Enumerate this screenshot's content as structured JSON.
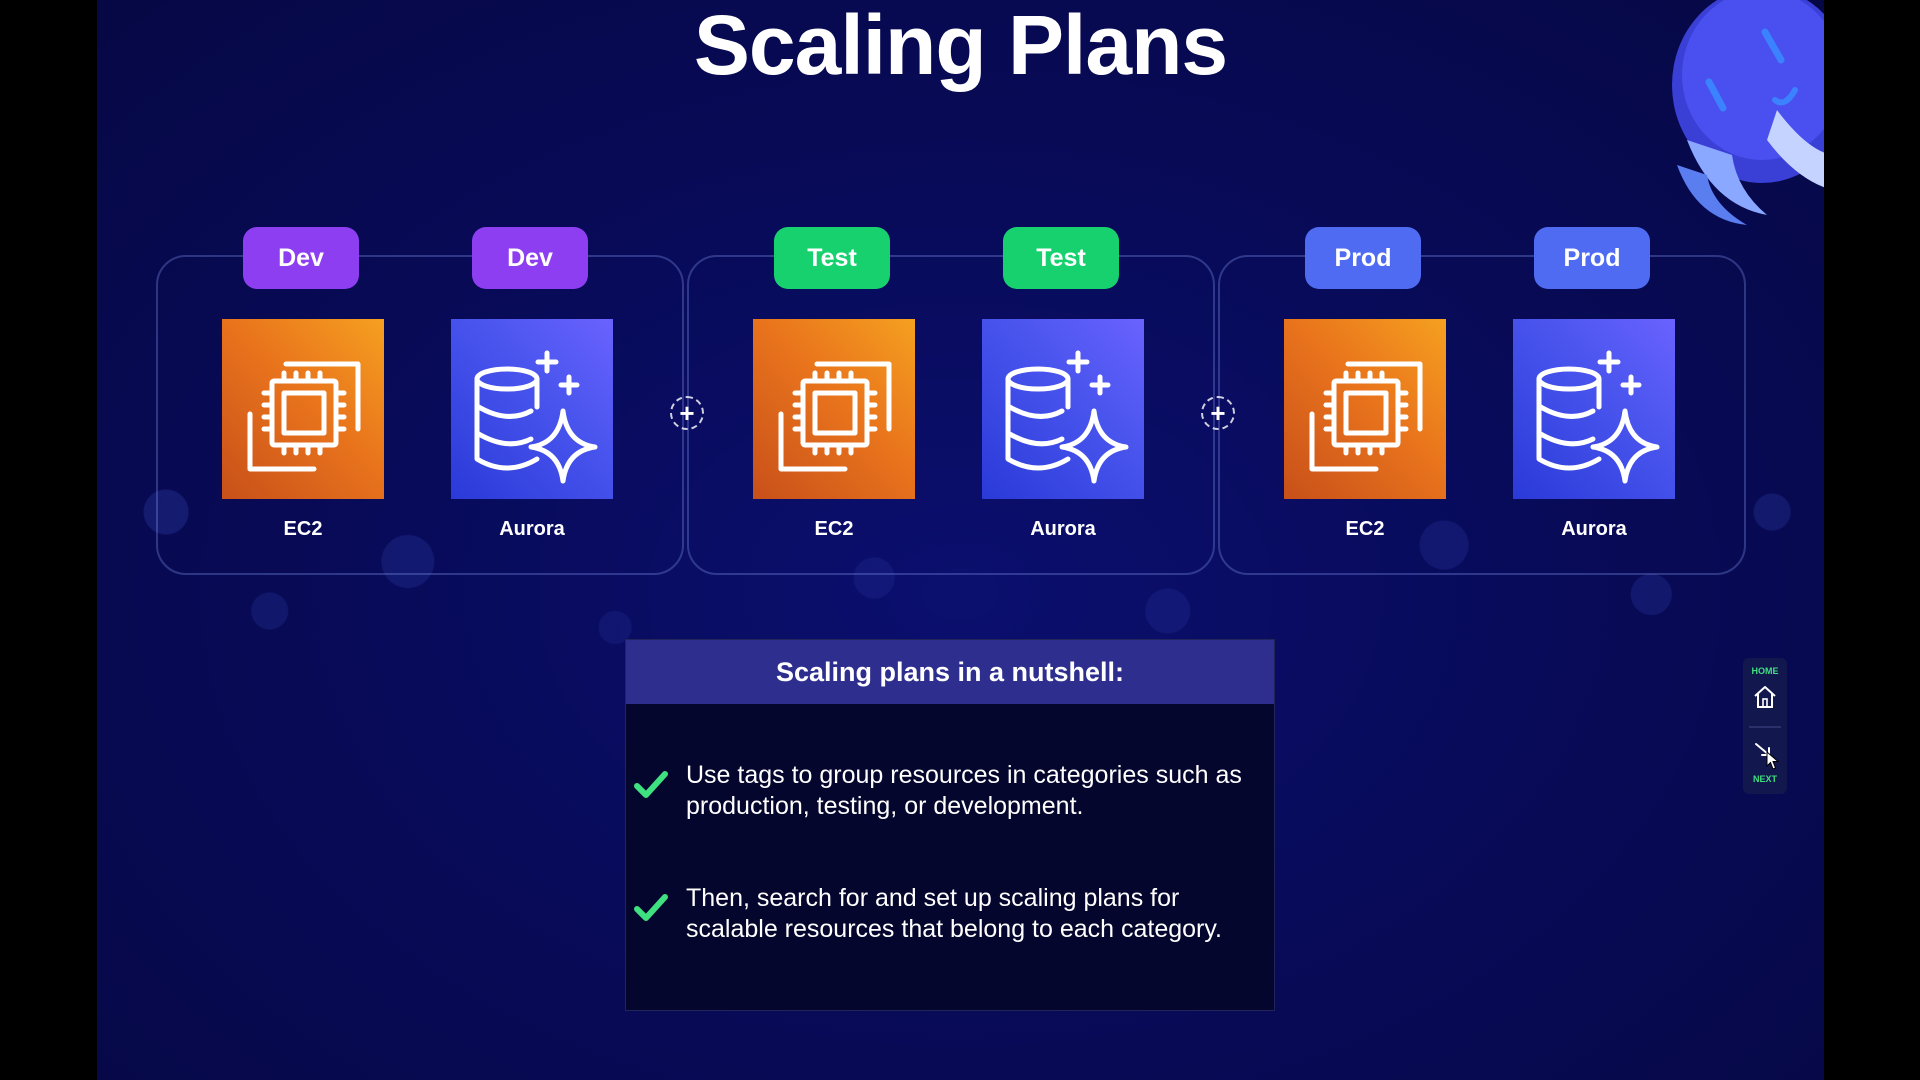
{
  "slide": {
    "title": "Scaling Plans"
  },
  "groups": [
    {
      "services": [
        {
          "tag": "Dev",
          "name": "EC2",
          "kind": "ec2"
        },
        {
          "tag": "Dev",
          "name": "Aurora",
          "kind": "aurora"
        }
      ]
    },
    {
      "services": [
        {
          "tag": "Test",
          "name": "EC2",
          "kind": "ec2"
        },
        {
          "tag": "Test",
          "name": "Aurora",
          "kind": "aurora"
        }
      ]
    },
    {
      "services": [
        {
          "tag": "Prod",
          "name": "EC2",
          "kind": "ec2"
        },
        {
          "tag": "Prod",
          "name": "Aurora",
          "kind": "aurora"
        }
      ]
    }
  ],
  "connectors": [
    "+",
    "+"
  ],
  "summary": {
    "heading": "Scaling plans in a nutshell:",
    "items": [
      "Use tags to group resources in categories such as production, testing, or development.",
      "Then, search for and set up scaling plans for scalable resources that belong to each category."
    ]
  },
  "nav": {
    "home_label": "HOME",
    "next_label": "NEXT"
  },
  "icons": {
    "ec2": "ec2-chip-icon",
    "aurora": "aurora-database-icon",
    "check": "checkmark-icon",
    "home": "home-icon",
    "next": "next-arrow-icon",
    "mascot": "rocket-mascot-icon",
    "cursor": "mouse-cursor-icon"
  },
  "colors": {
    "dev": "#8c3ef0",
    "test": "#17d16f",
    "prod": "#4e6bf2",
    "ec2_tile": "#e9741c",
    "aurora_tile": "#4a55ee",
    "check": "#3fe07f",
    "background": "#080b5a"
  }
}
